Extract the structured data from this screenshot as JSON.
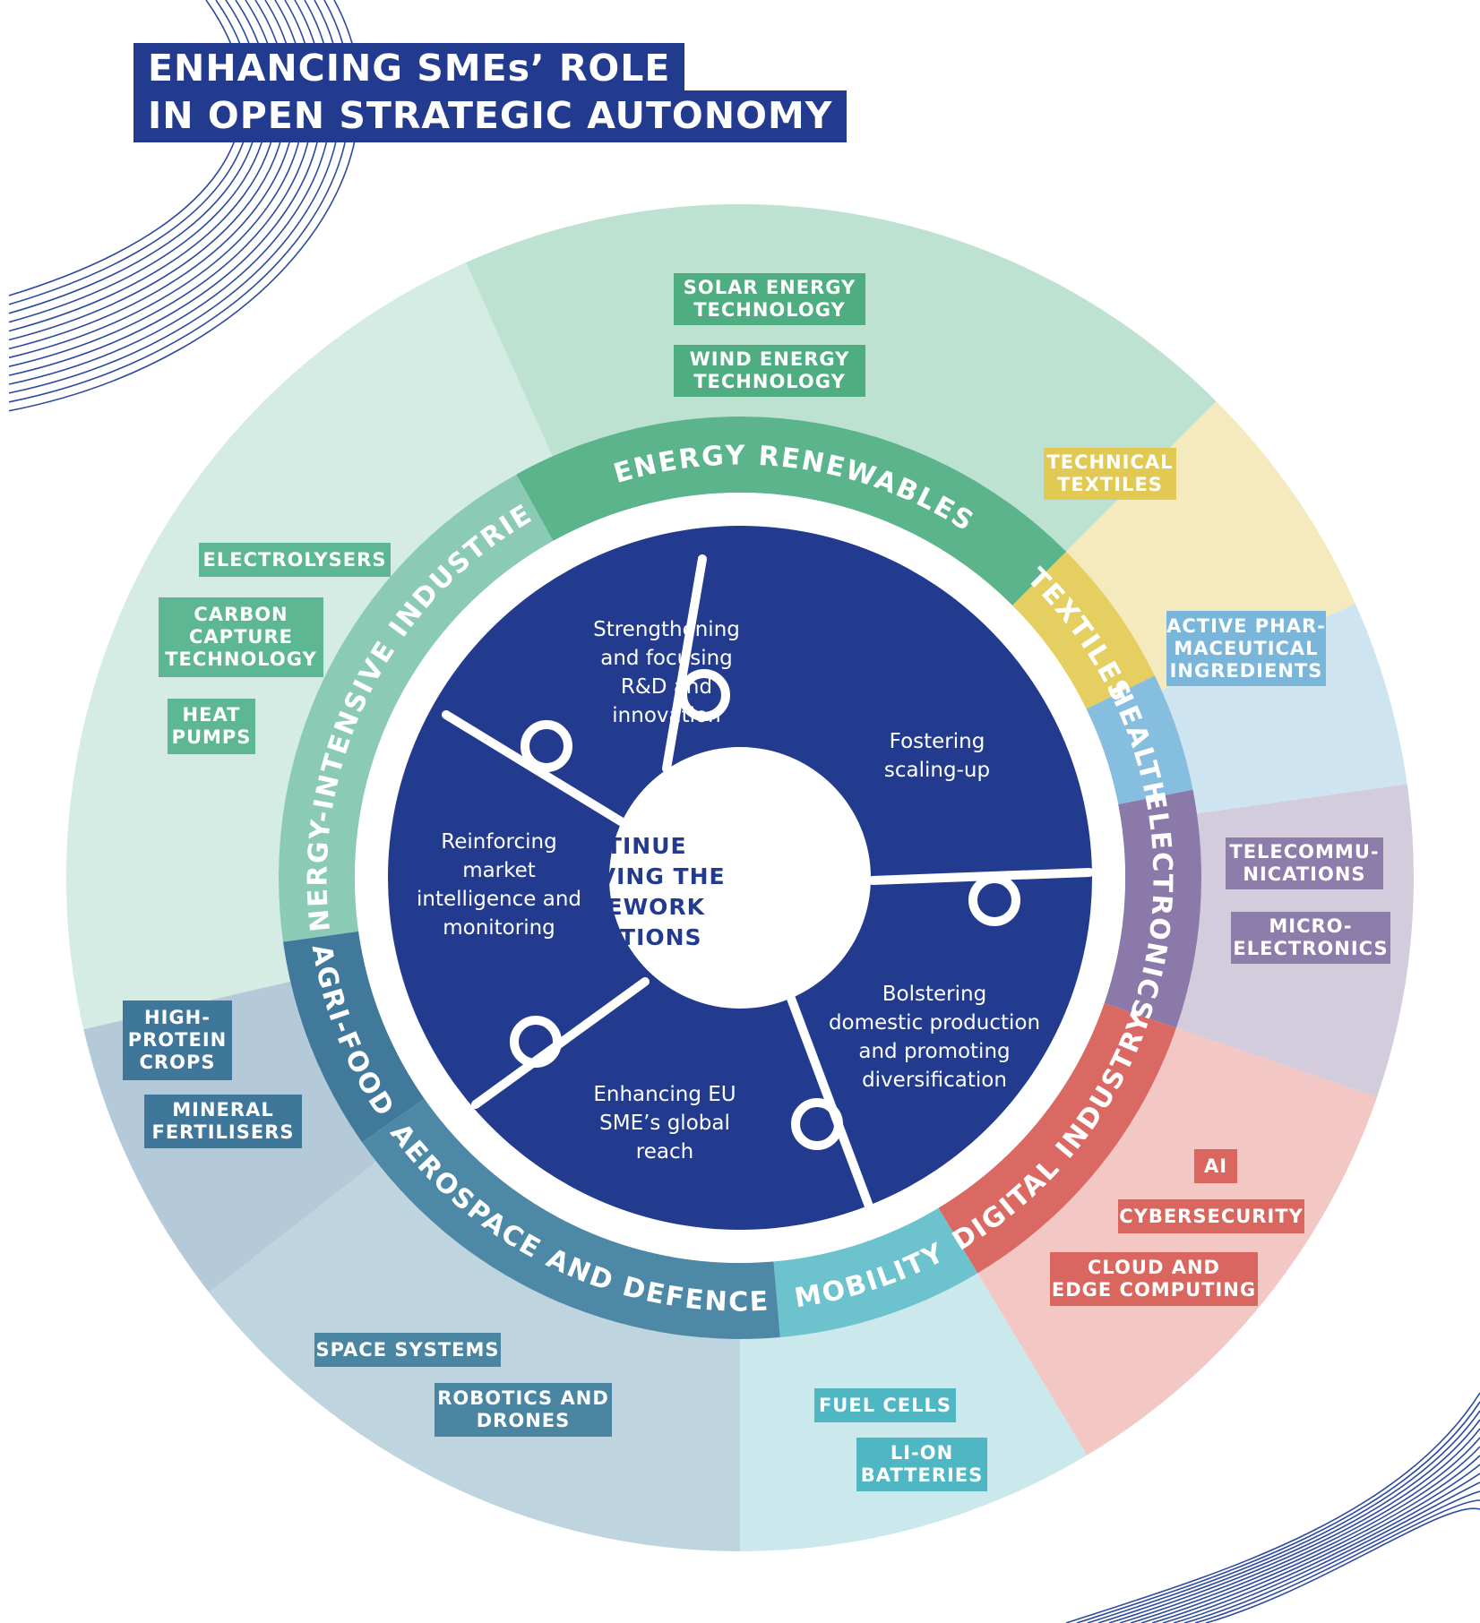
{
  "title": {
    "line1": "ENHANCING SMEs’ ROLE",
    "line2": "IN OPEN STRATEGIC AUTONOMY"
  },
  "center": {
    "title": "CONTINUE\nIMPROVING THE\nFRAMEWORK\nCONDITIONS"
  },
  "puzzle_pieces": [
    {
      "id": "rd",
      "label": "Strengthening\nand focusing\nR&D and\ninnovation"
    },
    {
      "id": "scaling",
      "label": "Fostering\nscaling-up"
    },
    {
      "id": "domestic",
      "label": "Bolstering\ndomestic production\nand promoting\ndiversification"
    },
    {
      "id": "global",
      "label": "Enhancing EU\nSME’s global\nreach"
    },
    {
      "id": "market",
      "label": "Reinforcing\nmarket\nintelligence and\nmonitoring"
    }
  ],
  "sectors": [
    {
      "id": "energy-intensive",
      "label": "ENERGY-INTENSIVE INDUSTRIES",
      "ring_color": "#8bcbb5",
      "outer_color": "#d4ece3",
      "tag_color": "#5db792",
      "tags": [
        "ELECTROLYSERS",
        "CARBON\nCAPTURE\nTECHNOLOGY",
        "HEAT\nPUMPS"
      ]
    },
    {
      "id": "energy-renewables",
      "label": "ENERGY RENEWABLES",
      "ring_color": "#5bb48c",
      "outer_color": "#bde2d2",
      "tag_color": "#4eae82",
      "tags": [
        "SOLAR ENERGY\nTECHNOLOGY",
        "WIND ENERGY\nTECHNOLOGY"
      ]
    },
    {
      "id": "textiles",
      "label": "TEXTILES",
      "ring_color": "#e5cf60",
      "outer_color": "#f5eabd",
      "tag_color": "#e2c953",
      "tags": [
        "TECHNICAL\nTEXTILES"
      ]
    },
    {
      "id": "health",
      "label": "HEALTH",
      "ring_color": "#86bedf",
      "outer_color": "#cfe4f1",
      "tag_color": "#7ab6da",
      "tags": [
        "ACTIVE PHAR-\nMACEUTICAL\nINGREDIENTS"
      ]
    },
    {
      "id": "electronics",
      "label": "ELECTRONICS",
      "ring_color": "#8a79a9",
      "outer_color": "#d3ccdd",
      "tag_color": "#8d7dab",
      "tags": [
        "TELECOMMU-\nNICATIONS",
        "MICRO-\nELECTRONICS"
      ]
    },
    {
      "id": "digital",
      "label": "DIGITAL INDUSTRY",
      "ring_color": "#db6963",
      "outer_color": "#f2c7c4",
      "tag_color": "#d9675f",
      "tags": [
        "AI",
        "CYBERSECURITY",
        "CLOUD AND\nEDGE COMPUTING"
      ]
    },
    {
      "id": "mobility",
      "label": "MOBILITY",
      "ring_color": "#6cc3cd",
      "outer_color": "#cbe9ec",
      "tag_color": "#4fb6c3",
      "tags": [
        "FUEL CELLS",
        "LI-ON\nBATTERIES"
      ]
    },
    {
      "id": "aerospace",
      "label": "AEROSPACE AND DEFENCE",
      "ring_color": "#4d89a6",
      "outer_color": "#bed5df",
      "tag_color": "#4a86a2",
      "tags": [
        "SPACE SYSTEMS",
        "ROBOTICS AND\nDRONES"
      ]
    },
    {
      "id": "agri-food",
      "label": "AGRI-FOOD",
      "ring_color": "#41799b",
      "outer_color": "#b5cad9",
      "tag_color": "#3e7799",
      "tags": [
        "HIGH-\nPROTEIN\nCROPS",
        "MINERAL\nFERTILISERS"
      ]
    }
  ],
  "colors": {
    "navy": "#233b8f",
    "deco_lines": "#2d4aa0"
  }
}
